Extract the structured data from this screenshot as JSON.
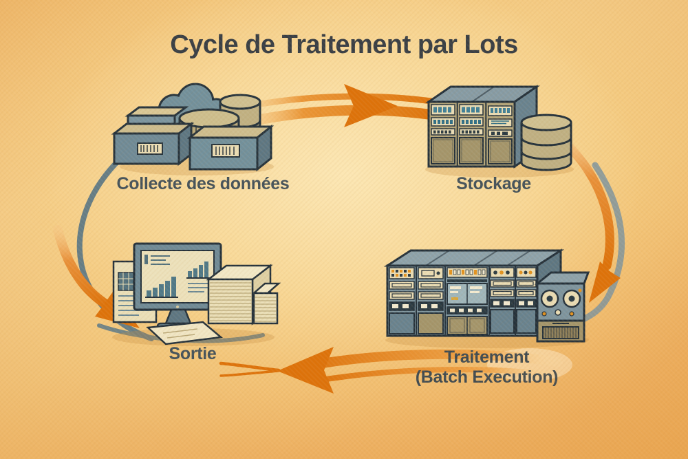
{
  "header": {
    "title": "Cycle de Traitement par Lots"
  },
  "nodes": {
    "collecte": {
      "label": "Collecte des données",
      "icon": "data-boxes-cloud-database-icon"
    },
    "stockage": {
      "label": "Stockage",
      "icon": "server-rack-database-icon"
    },
    "traitement": {
      "label": "Traitement",
      "sublabel": "(Batch Execution)",
      "icon": "mainframe-tape-unit-icon"
    },
    "sortie": {
      "label": "Sortie",
      "icon": "monitor-reports-printouts-icon"
    }
  },
  "flow": [
    {
      "from": "collecte",
      "to": "stockage"
    },
    {
      "from": "stockage",
      "to": "traitement"
    },
    {
      "from": "traitement",
      "to": "sortie"
    },
    {
      "from": "sortie",
      "to": "collecte"
    }
  ],
  "colors": {
    "background_center": "#fbe3b0",
    "background_edge": "#ecb063",
    "arrow_orange": "#dd720a",
    "arrow_orange_light": "#f6c783",
    "slate": "#72909b",
    "slate_dark": "#4e6673",
    "tan": "#b8a97c",
    "cream": "#ead9ad",
    "outline": "#24313b",
    "title_color": "#383e44",
    "label_color": "#44525a"
  }
}
